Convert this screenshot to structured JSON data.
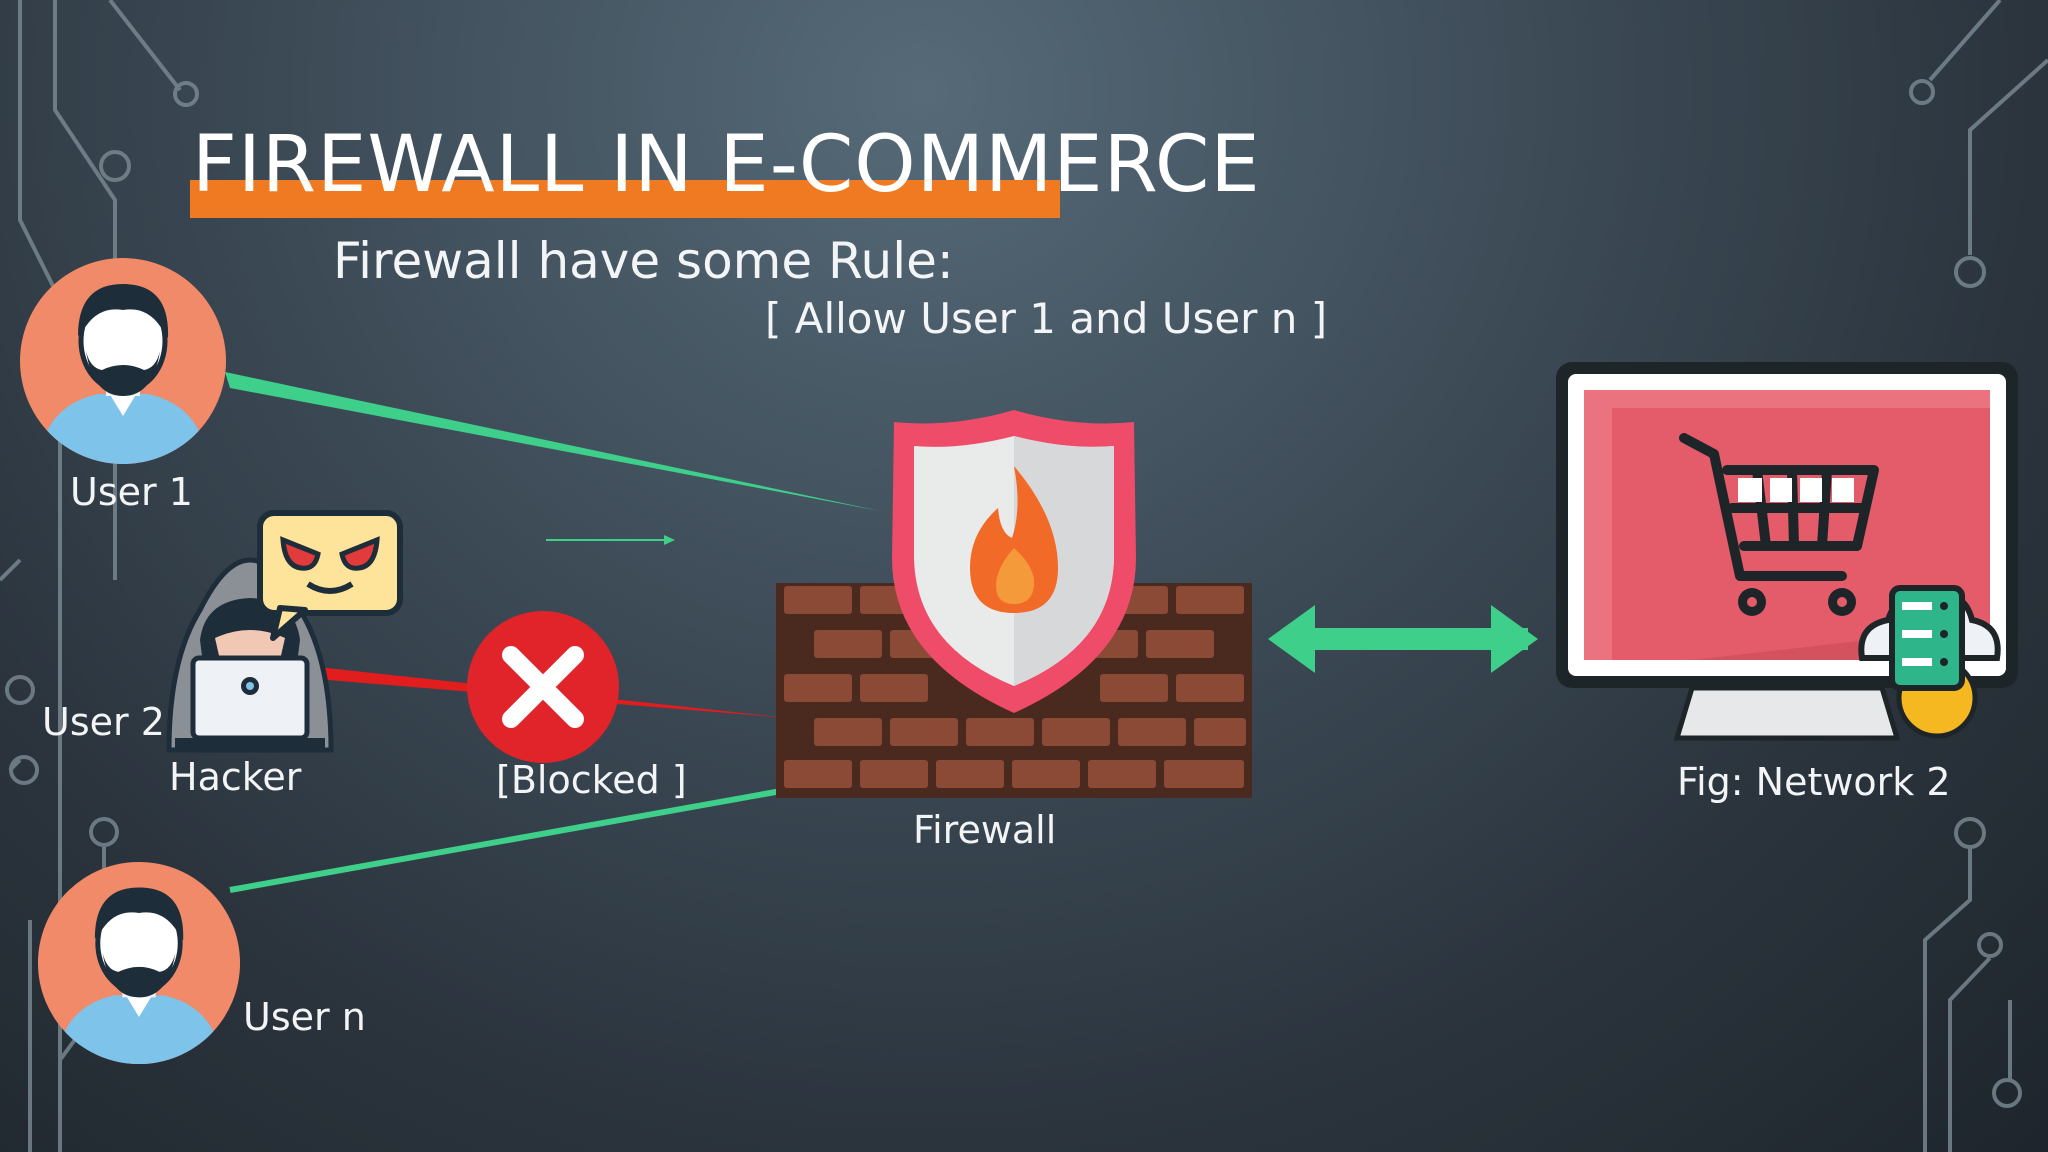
{
  "slide": {
    "title": "FIREWALL IN E-COMMERCE",
    "subtitle": "Firewall have some Rule:",
    "rule": "[ Allow User 1 and User n ]"
  },
  "labels": {
    "user1": "User 1",
    "user2": "User 2",
    "hacker": "Hacker",
    "blocked": "[Blocked ]",
    "firewall": "Firewall",
    "network": "Fig: Network 2",
    "usern": "User n"
  },
  "colors": {
    "accent": "#f07a21",
    "allowed_line": "#3ecf8a",
    "blocked_line": "#e11d1d",
    "blocked_badge": "#e0242a",
    "avatar_bg": "#f08a68",
    "monitor_screen": "#e45c6a"
  },
  "icons": {
    "user1": "user-avatar-icon",
    "usern": "user-avatar-icon",
    "hacker": "hacker-laptop-icon",
    "blocked": "x-mark-icon",
    "firewall": "firewall-shield-icon",
    "network": "shopping-cart-monitor-icon"
  }
}
